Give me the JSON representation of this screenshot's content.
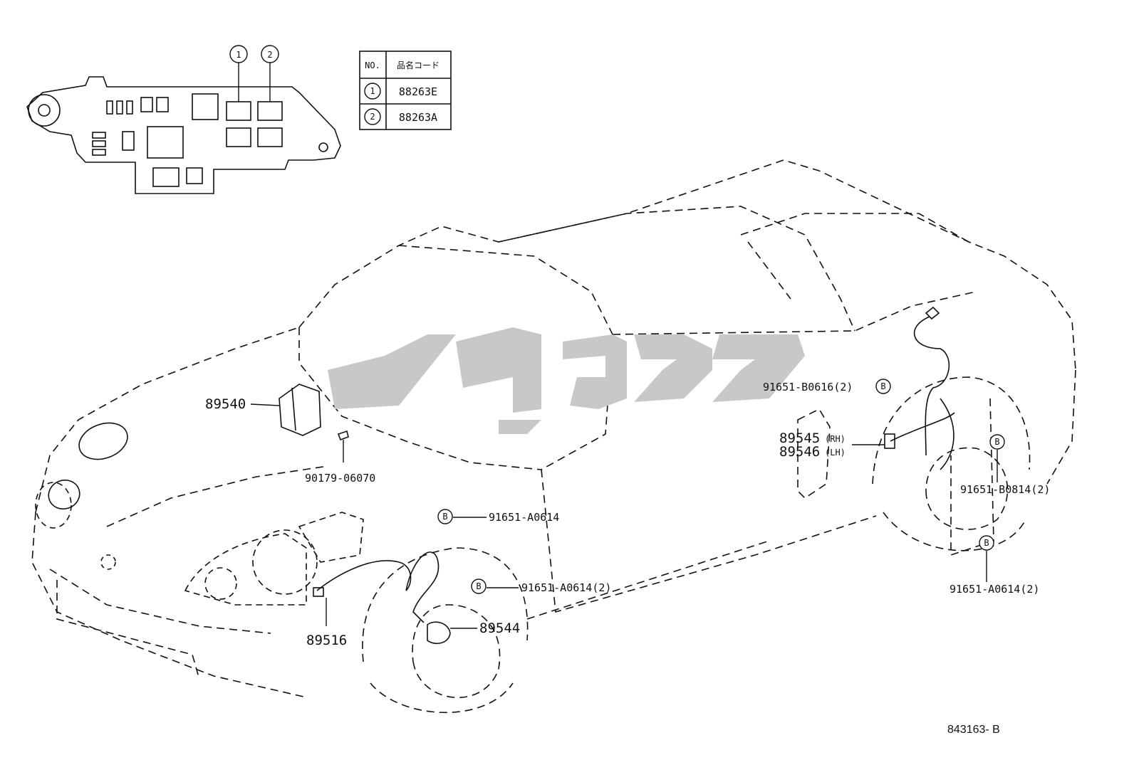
{
  "watermark_text": "",
  "drawing_number": "843163- B",
  "table": {
    "header_no": "NO.",
    "header_code": "品名コード",
    "rows": [
      {
        "no": "1",
        "code": "88263E"
      },
      {
        "no": "2",
        "code": "88263A"
      }
    ]
  },
  "callouts_top": {
    "c1": "1",
    "c2": "2"
  },
  "badge_letter": "B",
  "parts": {
    "p89540": "89540",
    "p90179": "90179-06070",
    "p91651_a0614": "91651-A0614",
    "p91651_a0614_2_front": "91651-A0614(2)",
    "p89544": "89544",
    "p89516": "89516",
    "p91651_b0616_2": "91651-B0616(2)",
    "p89545": "89545",
    "p89545_side": "(RH)",
    "p89546": "89546",
    "p89546_side": "(LH)",
    "p91651_b0814_2": "91651-B0814(2)",
    "p91651_a0614_2_rear": "91651-A0614(2)"
  }
}
